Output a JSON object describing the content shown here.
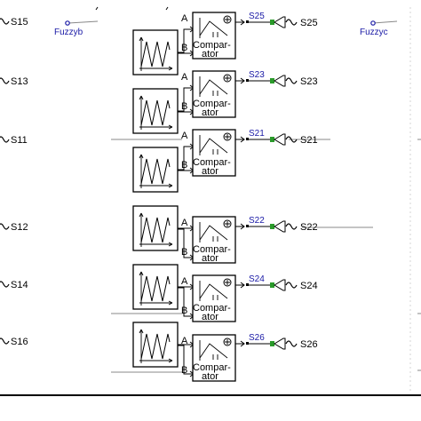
{
  "left_labels": [
    "S15",
    "S13",
    "S11",
    "S12",
    "S14",
    "S16"
  ],
  "fuzzy_labels": [
    "Fuzzyb",
    "Fuzzyc"
  ],
  "comparator": {
    "line1": "Compar-",
    "line2": "ator",
    "input_a": "A",
    "input_b": "B"
  },
  "blue_labels": [
    "S25",
    "S23",
    "S21",
    "S22",
    "S24",
    "S26"
  ],
  "right_labels": [
    "S25",
    "S23",
    "S21",
    "S22",
    "S24",
    "S26"
  ],
  "colors": {
    "line": "#000000",
    "wire": "#888888",
    "blue": "#1a1aa6",
    "green": "#2a9a2a"
  }
}
